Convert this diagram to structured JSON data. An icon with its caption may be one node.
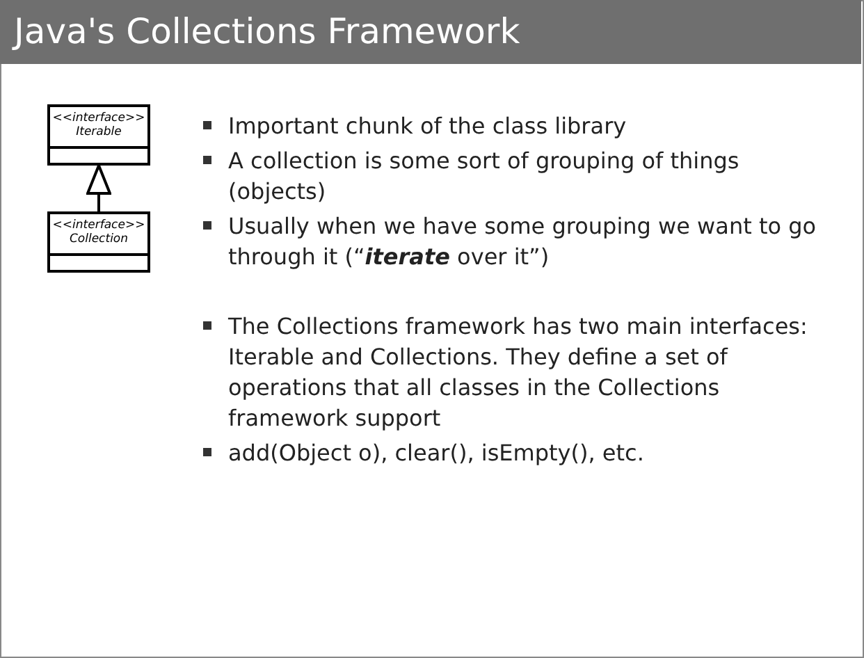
{
  "diagram": {
    "title": "Java's Collections Framework",
    "nodes": [
      {
        "text": [
          "<<interface>>",
          "Iterable"
        ]
      },
      {
        "text": [
          "<<interface>>",
          "Collection"
        ]
      }
    ],
    "edges": [
      {
        "from": 1,
        "to": 0,
        "arrow": "to"
      }
    ],
    "labels": [
      "Important chunk of the class library",
      "A collection is some sort of grouping of things (objects)",
      "Usually when we have some grouping we want to go through it (“**iterate** over it”)",
      "The Collections framework has two main interfaces: Iterable and Collections. They define a set of operations that all classes in the Collections framework support",
      "add(Object o), clear(), isEmpty(), etc."
    ]
  }
}
